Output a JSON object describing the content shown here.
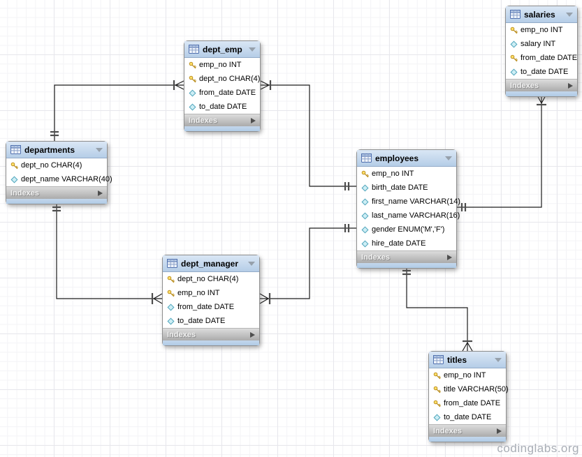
{
  "watermark": "codinglabs.org",
  "diagram": {
    "kind": "EER database diagram",
    "footer_label": "Indexes"
  },
  "tables": [
    {
      "name": "salaries",
      "title": "salaries",
      "footer": "Indexes",
      "columns": [
        {
          "icon": "primary-key",
          "label": "emp_no INT"
        },
        {
          "icon": "column-diamond",
          "label": "salary INT"
        },
        {
          "icon": "primary-key",
          "label": "from_date DATE"
        },
        {
          "icon": "column-diamond",
          "label": "to_date DATE"
        }
      ]
    },
    {
      "name": "dept_emp",
      "title": "dept_emp",
      "footer": "Indexes",
      "columns": [
        {
          "icon": "primary-key",
          "label": "emp_no INT"
        },
        {
          "icon": "primary-key",
          "label": "dept_no CHAR(4)"
        },
        {
          "icon": "column-diamond",
          "label": "from_date DATE"
        },
        {
          "icon": "column-diamond",
          "label": "to_date DATE"
        }
      ]
    },
    {
      "name": "departments",
      "title": "departments",
      "footer": "Indexes",
      "columns": [
        {
          "icon": "primary-key",
          "label": "dept_no CHAR(4)"
        },
        {
          "icon": "column-diamond",
          "label": "dept_name VARCHAR(40)"
        }
      ]
    },
    {
      "name": "employees",
      "title": "employees",
      "footer": "Indexes",
      "columns": [
        {
          "icon": "primary-key",
          "label": "emp_no INT"
        },
        {
          "icon": "column-diamond",
          "label": "birth_date DATE"
        },
        {
          "icon": "column-diamond",
          "label": "first_name VARCHAR(14)"
        },
        {
          "icon": "column-diamond",
          "label": "last_name VARCHAR(16)"
        },
        {
          "icon": "column-diamond",
          "label": "gender ENUM('M','F')"
        },
        {
          "icon": "column-diamond",
          "label": "hire_date DATE"
        }
      ]
    },
    {
      "name": "dept_manager",
      "title": "dept_manager",
      "footer": "Indexes",
      "columns": [
        {
          "icon": "primary-key",
          "label": "dept_no CHAR(4)"
        },
        {
          "icon": "primary-key",
          "label": "emp_no INT"
        },
        {
          "icon": "column-diamond",
          "label": "from_date DATE"
        },
        {
          "icon": "column-diamond",
          "label": "to_date DATE"
        }
      ]
    },
    {
      "name": "titles",
      "title": "titles",
      "footer": "Indexes",
      "columns": [
        {
          "icon": "primary-key",
          "label": "emp_no INT"
        },
        {
          "icon": "primary-key",
          "label": "title VARCHAR(50)"
        },
        {
          "icon": "primary-key",
          "label": "from_date DATE"
        },
        {
          "icon": "column-diamond",
          "label": "to_date DATE"
        }
      ]
    }
  ],
  "relationships": [
    {
      "one": "departments",
      "many": "dept_emp",
      "identifying": true
    },
    {
      "one": "employees",
      "many": "dept_emp",
      "identifying": true
    },
    {
      "one": "departments",
      "many": "dept_manager",
      "identifying": true
    },
    {
      "one": "employees",
      "many": "dept_manager",
      "identifying": true
    },
    {
      "one": "employees",
      "many": "salaries",
      "identifying": true
    },
    {
      "one": "employees",
      "many": "titles",
      "identifying": true
    }
  ],
  "colors": {
    "table_header": "#b5cde7",
    "indexes_bar": "#c0c0c0",
    "table_bottom_strip": "#b0cbe6",
    "primary_key_icon": "#ffe06a",
    "column_icon": "#cdeef5",
    "relationship_line": "#1c1c1c",
    "watermark_text": "#a9aeb6"
  }
}
